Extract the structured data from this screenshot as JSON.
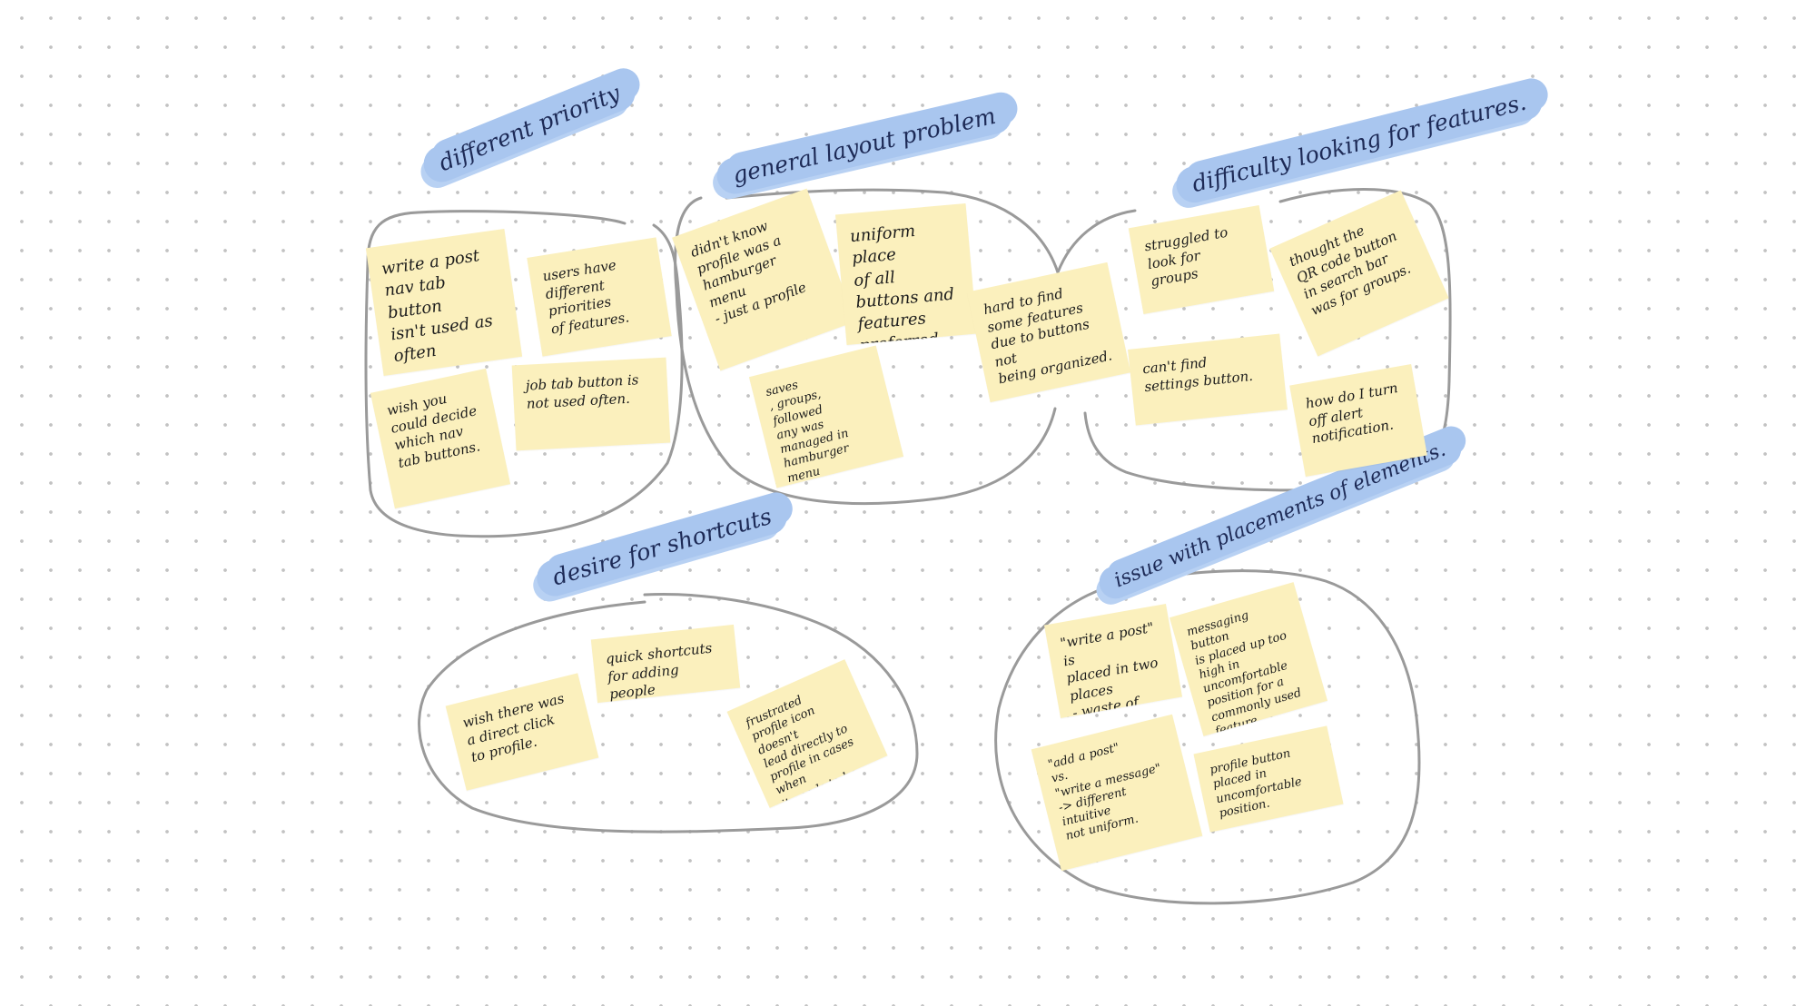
{
  "colors": {
    "background": "#ffffff",
    "dot": "#c2c2c2",
    "sticky_note": "#fbf0bd",
    "highlight": "#a9c6ef",
    "outline": "#9a9a9a",
    "ink": "#1c1c1c"
  },
  "clusters": [
    {
      "label": "different priority",
      "notes": [
        "write a post\nnav tab button\nisn't used as\noften",
        "users have\ndifferent priorities\nof features.",
        "wish you\ncould decide\nwhich nav\ntab buttons.",
        "job tab button is\nnot used often."
      ]
    },
    {
      "label": "general layout problem",
      "notes": [
        "didn't know\nprofile was a hamburger\nmenu\n- just a profile",
        "uniform place\nof all\nbuttons and\nfeatures\npreferred",
        "hard to find\nsome features\ndue to buttons not\nbeing organized.",
        "saves\n, groups,\nfollowed\nany was\nmanaged in\nhamburger\nmenu"
      ]
    },
    {
      "label": "difficulty looking for features.",
      "notes": [
        "struggled to\nlook for\ngroups",
        "thought the\nQR code button\nin search bar\nwas for groups.",
        "can't find\nsettings button.",
        "how do I turn\noff alert\nnotification."
      ]
    },
    {
      "label": "desire for shortcuts",
      "notes": [
        "quick shortcuts\nfor adding people",
        "wish there was\na direct click\nto profile.",
        "frustrated\nprofile icon doesn't\nlead directly to\nprofile in cases when\nit needs to be\naccessed\nquickly"
      ]
    },
    {
      "label": "issue with placements of elements.",
      "notes": [
        "\"write a post\" is\nplaced in two\nplaces\n- waste of space.",
        "messaging button\nis placed up too\nhigh in uncomfortable\nposition for a\ncommonly used\nfeature.",
        "\"add a post\"\nvs.\n\"write a message\"\n-> different intuitive\nnot uniform.",
        "profile button\nplaced in uncomfortable\nposition."
      ]
    }
  ]
}
